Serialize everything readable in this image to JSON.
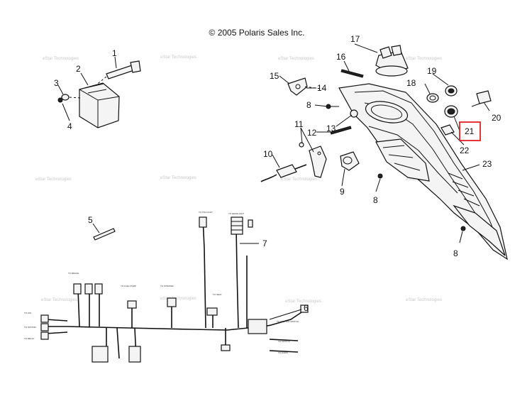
{
  "diagram": {
    "copyright": "© 2005 Polaris Sales Inc.",
    "watermark_text": "eStar Technologies",
    "highlight_color": "#e02020",
    "callouts": {
      "c1": "1",
      "c2": "2",
      "c3": "3",
      "c4": "4",
      "c5": "5",
      "c6": "6",
      "c7": "7",
      "c8a": "8",
      "c8b": "8",
      "c8c": "8",
      "c9": "9",
      "c10": "10",
      "c11": "11",
      "c12": "12",
      "c13": "13",
      "c14": "14",
      "c15": "15",
      "c16": "16",
      "c17": "17",
      "c18": "18",
      "c19": "19",
      "c20": "20",
      "c21": "21",
      "c22": "22",
      "c23": "23"
    },
    "highlighted_callout": "21"
  }
}
